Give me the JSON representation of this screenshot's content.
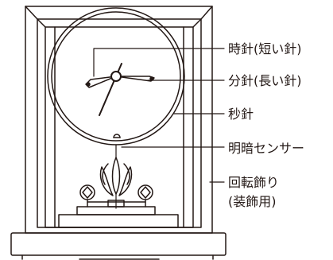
{
  "labels": {
    "hour_hand": "時針(短い針)",
    "minute_hand": "分針(長い針)",
    "second_hand": "秒針",
    "light_sensor": "明暗センサー",
    "ornament_line1": "回転飾り",
    "ornament_line2": "(装飾用)"
  },
  "colors": {
    "line": "#231815",
    "background": "#ffffff"
  }
}
